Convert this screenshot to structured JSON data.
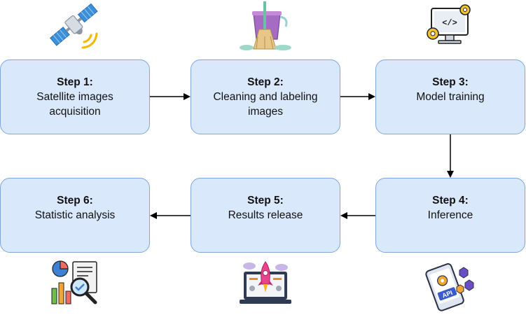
{
  "steps": [
    {
      "title": "Step 1:",
      "desc_lines": [
        "Satellite images",
        "acquisition"
      ],
      "icon": "satellite-icon"
    },
    {
      "title": "Step 2:",
      "desc_lines": [
        "Cleaning and labeling",
        "images"
      ],
      "icon": "cleaning-bucket-icon"
    },
    {
      "title": "Step 3:",
      "desc_lines": [
        "Model training",
        ""
      ],
      "icon": "computer-code-gears-icon"
    },
    {
      "title": "Step 4:",
      "desc_lines": [
        "Inference",
        ""
      ],
      "icon": "api-phone-icon"
    },
    {
      "title": "Step 5:",
      "desc_lines": [
        "Results release",
        ""
      ],
      "icon": "rocket-launch-laptop-icon"
    },
    {
      "title": "Step 6:",
      "desc_lines": [
        "Statistic analysis",
        ""
      ],
      "icon": "report-magnifier-icon"
    }
  ],
  "icon_labels": {
    "api": "API"
  },
  "colors": {
    "box_fill": "#dae8fc",
    "box_border": "#7ea6e0",
    "arrow": "#000000"
  }
}
